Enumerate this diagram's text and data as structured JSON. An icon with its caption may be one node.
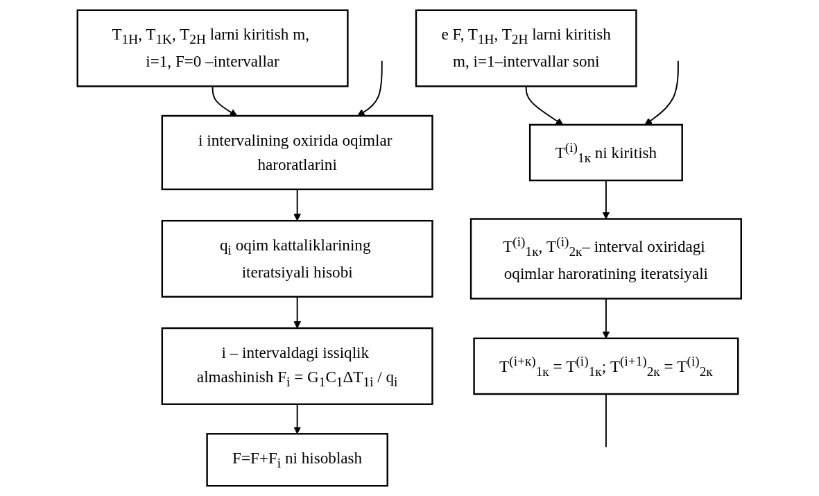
{
  "diagram": {
    "nodes": [
      {
        "text": [
          "T$_{1H}$, T$_{1K}$, T$_{2H}$ larni kiritish m, i=1, F=0 –intervallar"
        ]
      },
      {
        "text": [
          "i intervalining oxirida oqimlar haroratlarini"
        ]
      },
      {
        "text": [
          "q$_{i}$ oqim kattaliklarining iteratsiyali hisobi"
        ]
      },
      {
        "text": [
          "i – intervaldagi issiqlik almashinish F$_{i}$ = G$_{1}$C$_{1}$ΔT$_{1i}$ / q$_{i}$"
        ]
      },
      {
        "text": [
          "F=F+F$_{i}$ ni hisoblash"
        ]
      },
      {
        "text": [
          "e F, T$_{1H}$, T$_{2H}$ larni kiritish",
          "m, i=1–intervallar soni"
        ]
      },
      {
        "text": [
          "T$^{(i)}$$_{1к}$ ni kiritish"
        ]
      },
      {
        "text": [
          "T$^{(i)}$$_{1к}$, T$^{(i)}$$_{2к}$– interval oxiridagi oqimlar haroratining iteratsiyali"
        ]
      },
      {
        "text": [
          "T$^{(i+к)}$$_{1к}$ = T$^{(i)}$$_{1к}$; T$^{(i+1)}$$_{2к}$ = T$^{(i)}$$_{2к}$"
        ]
      }
    ],
    "edges": [
      {
        "from": 0,
        "to": 1,
        "arrow": "to"
      },
      {
        "from": null,
        "to": 1,
        "arrow": "to"
      },
      {
        "from": 1,
        "to": 2,
        "arrow": "to"
      },
      {
        "from": 2,
        "to": 3,
        "arrow": "to"
      },
      {
        "from": 3,
        "to": 4,
        "arrow": "to"
      },
      {
        "from": 5,
        "to": 6,
        "arrow": "to"
      },
      {
        "from": null,
        "to": 6,
        "arrow": "to"
      },
      {
        "from": 6,
        "to": 7,
        "arrow": "to"
      },
      {
        "from": 7,
        "to": 8,
        "arrow": "to"
      },
      {
        "from": 8,
        "to": null,
        "arrow": "none"
      }
    ]
  }
}
